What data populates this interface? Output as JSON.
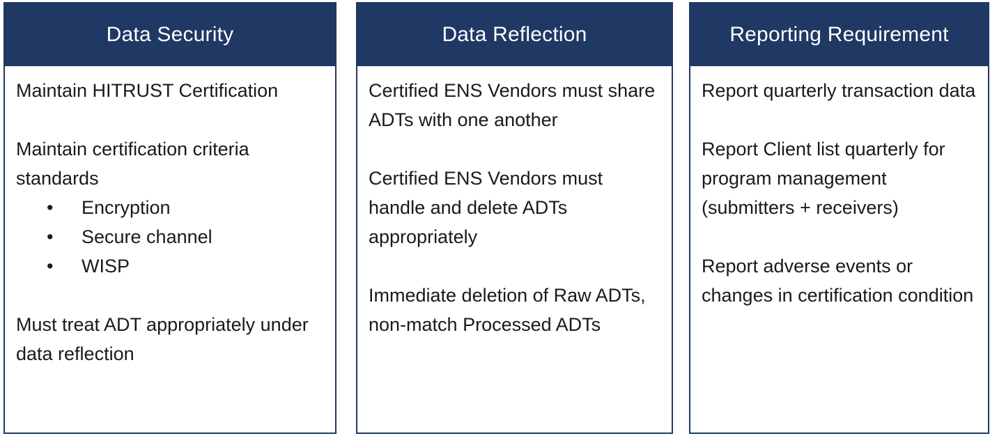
{
  "colors": {
    "header_bg": "#1F3864",
    "header_text": "#FFFFFF",
    "border": "#1F3864",
    "body_text": "#1A1A1A"
  },
  "cards": [
    {
      "title": "Data Security",
      "paragraphs": [
        "Maintain HITRUST Certification",
        "Maintain certification criteria standards",
        "Must treat ADT appropriately under data reflection"
      ],
      "bullets": [
        "Encryption",
        "Secure channel",
        "WISP"
      ]
    },
    {
      "title": "Data Reflection",
      "paragraphs": [
        "Certified ENS Vendors must share ADTs with one another",
        "Certified ENS Vendors must handle and delete ADTs appropriately",
        "Immediate deletion of Raw ADTs, non-match Processed ADTs"
      ]
    },
    {
      "title": "Reporting Requirement",
      "paragraphs": [
        "Report quarterly transaction data",
        "Report Client list quarterly for program management (submitters + receivers)",
        "Report adverse events or changes in certification condition"
      ]
    }
  ]
}
